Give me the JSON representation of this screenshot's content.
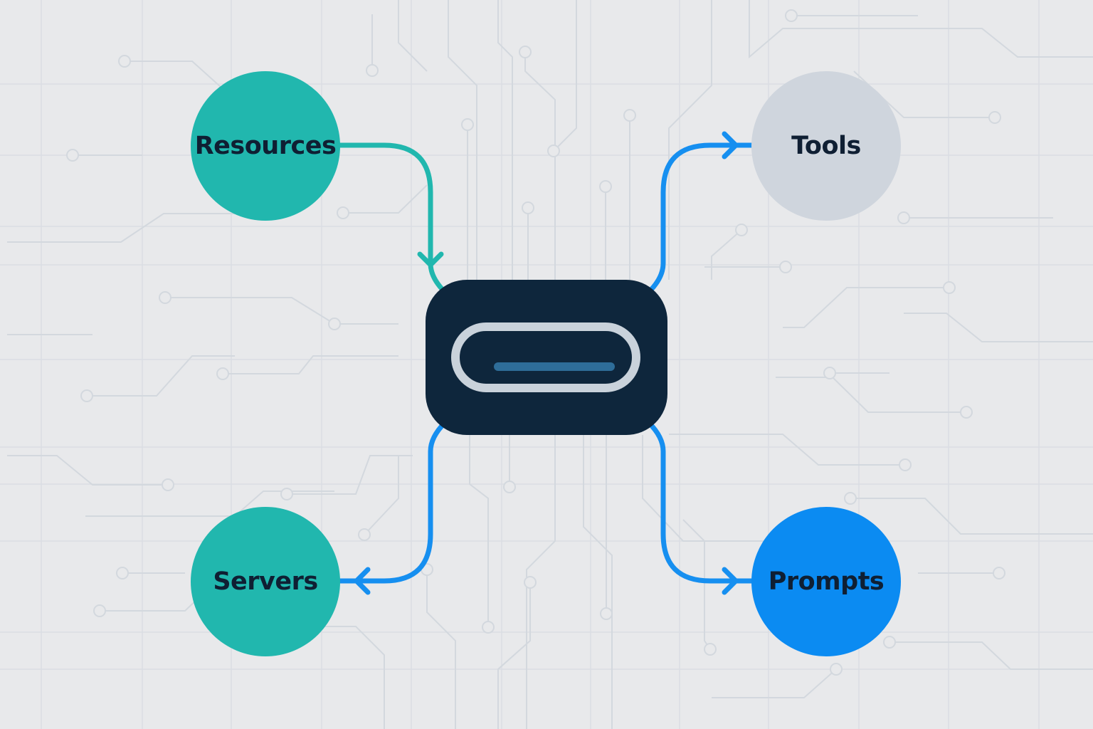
{
  "colors": {
    "background": "#e8e9eb",
    "grid": "#d9dde2",
    "teal": "#21b7ae",
    "blue": "#168ff0",
    "gray_node": "#cfd5dd",
    "prompts_node": "#0b8bf2",
    "hub": "#0e263c",
    "hub_ring": "#c9d2db",
    "hub_bar": "#2e6d99",
    "label_text": "#0f1f33"
  },
  "nodes": {
    "resources": {
      "label": "Resources",
      "color": "#21b7ae"
    },
    "servers": {
      "label": "Servers",
      "color": "#21b7ae"
    },
    "tools": {
      "label": "Tools",
      "color": "#cfd5dd"
    },
    "prompts": {
      "label": "Prompts",
      "color": "#0b8bf2"
    }
  },
  "hub": {
    "icon": "usb-c-port-icon"
  },
  "connections": [
    {
      "from": "resources",
      "to": "hub",
      "color": "#21b7ae",
      "arrow": "into-hub"
    },
    {
      "from": "hub",
      "to": "tools",
      "color": "#168ff0",
      "arrow": "into-node"
    },
    {
      "from": "hub",
      "to": "servers",
      "color": "#168ff0",
      "arrow": "into-node"
    },
    {
      "from": "hub",
      "to": "prompts",
      "color": "#168ff0",
      "arrow": "into-node"
    }
  ]
}
